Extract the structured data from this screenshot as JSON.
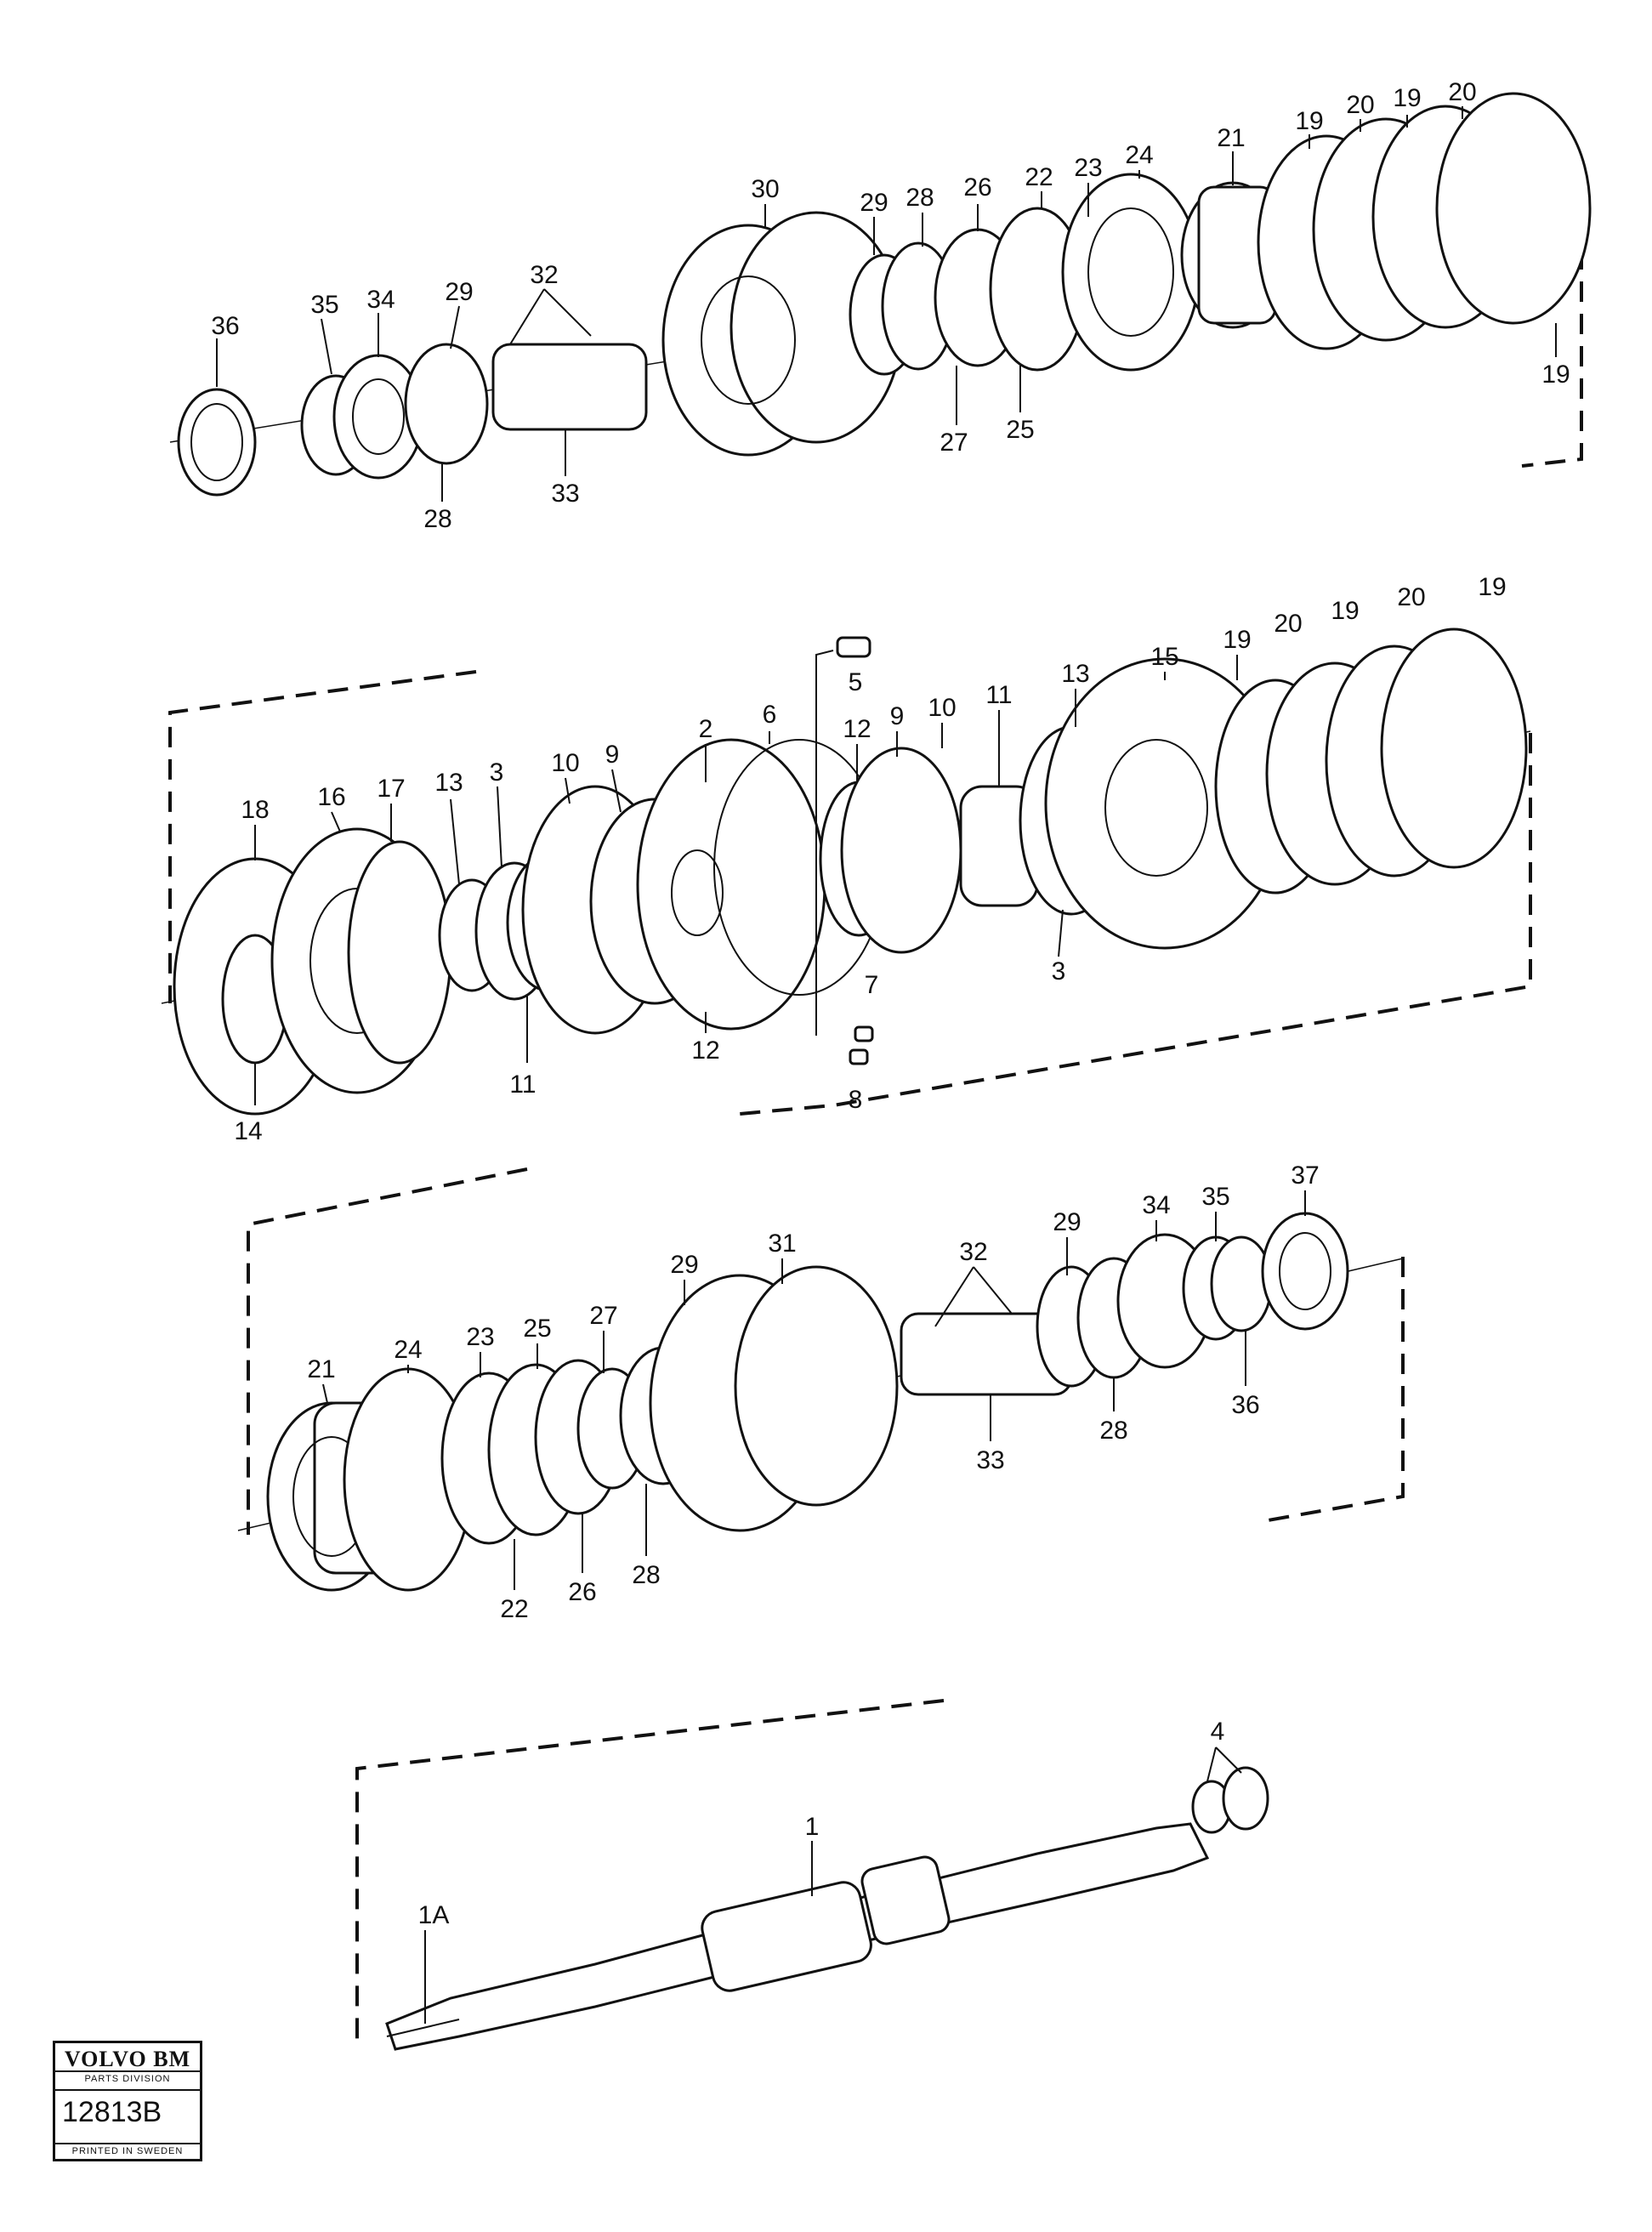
{
  "stamp": {
    "brand": "VOLVO BM",
    "division": "PARTS DIVISION",
    "code": "12813B",
    "printed": "PRINTED IN SWEDEN"
  },
  "group1": {
    "labels": [
      "36",
      "35",
      "34",
      "29",
      "32",
      "28",
      "33",
      "30",
      "29",
      "28",
      "26",
      "22",
      "23",
      "24",
      "21",
      "19",
      "20",
      "19",
      "20",
      "27",
      "25",
      "19"
    ]
  },
  "group2": {
    "labels": [
      "18",
      "16",
      "17",
      "13",
      "3",
      "10",
      "9",
      "2",
      "6",
      "5",
      "12",
      "9",
      "10",
      "11",
      "13",
      "15",
      "19",
      "20",
      "19",
      "20",
      "19",
      "14",
      "11",
      "12",
      "7",
      "8",
      "3"
    ]
  },
  "group3": {
    "labels": [
      "21",
      "24",
      "23",
      "25",
      "27",
      "29",
      "31",
      "32",
      "29",
      "34",
      "35",
      "37",
      "22",
      "26",
      "28",
      "33",
      "28",
      "36"
    ]
  },
  "group4": {
    "labels": [
      "1A",
      "1",
      "4"
    ]
  }
}
